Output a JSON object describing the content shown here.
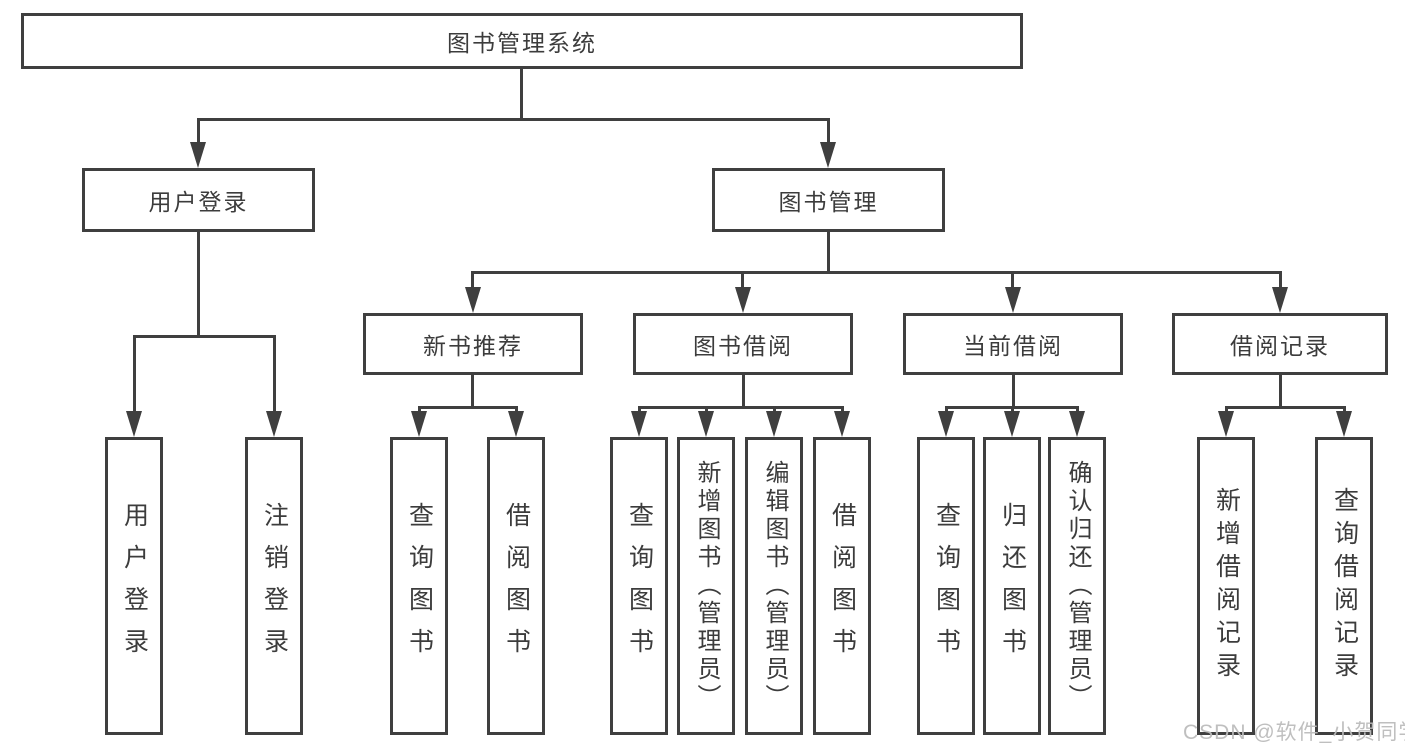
{
  "diagram": {
    "title_node": {
      "label": "图书管理系统"
    },
    "level2": [
      {
        "id": "user-login",
        "label": "用户登录"
      },
      {
        "id": "book-management",
        "label": "图书管理"
      }
    ],
    "level3": [
      {
        "id": "new-book-recommend",
        "label": "新书推荐",
        "parent": "图书管理"
      },
      {
        "id": "book-borrow",
        "label": "图书借阅",
        "parent": "图书管理"
      },
      {
        "id": "current-borrow",
        "label": "当前借阅",
        "parent": "图书管理"
      },
      {
        "id": "borrow-records",
        "label": "借阅记录",
        "parent": "图书管理"
      }
    ],
    "leaves": [
      {
        "id": "leaf-user-login",
        "label": "用户登录",
        "parent": "用户登录"
      },
      {
        "id": "leaf-logout",
        "label": "注销登录",
        "parent": "用户登录"
      },
      {
        "id": "leaf-query-books-recommend",
        "label": "查询图书",
        "parent": "新书推荐"
      },
      {
        "id": "leaf-borrow-books-recommend",
        "label": "借阅图书",
        "parent": "新书推荐"
      },
      {
        "id": "leaf-query-books-borrow",
        "label": "查询图书",
        "parent": "图书借阅"
      },
      {
        "id": "leaf-add-books-admin",
        "label": "新增图书（管理员）",
        "parent": "图书借阅"
      },
      {
        "id": "leaf-edit-books-admin",
        "label": "编辑图书（管理员）",
        "parent": "图书借阅"
      },
      {
        "id": "leaf-borrow-books",
        "label": "借阅图书",
        "parent": "图书借阅"
      },
      {
        "id": "leaf-query-books-current",
        "label": "查询图书",
        "parent": "当前借阅"
      },
      {
        "id": "leaf-return-books",
        "label": "归还图书",
        "parent": "当前借阅"
      },
      {
        "id": "leaf-confirm-return-admin",
        "label": "确认归还（管理员）",
        "parent": "当前借阅"
      },
      {
        "id": "leaf-add-borrow-record",
        "label": "新增借阅记录",
        "parent": "借阅记录"
      },
      {
        "id": "leaf-query-borrow-record",
        "label": "查询借阅记录",
        "parent": "借阅记录"
      }
    ],
    "colors": {
      "line": "#3f3f3f",
      "text": "#3c3c3c",
      "box_background": "#ffffff",
      "watermark": "#bcbcbc"
    }
  },
  "watermark": {
    "text": "CSDN @软件_小贺同学"
  }
}
